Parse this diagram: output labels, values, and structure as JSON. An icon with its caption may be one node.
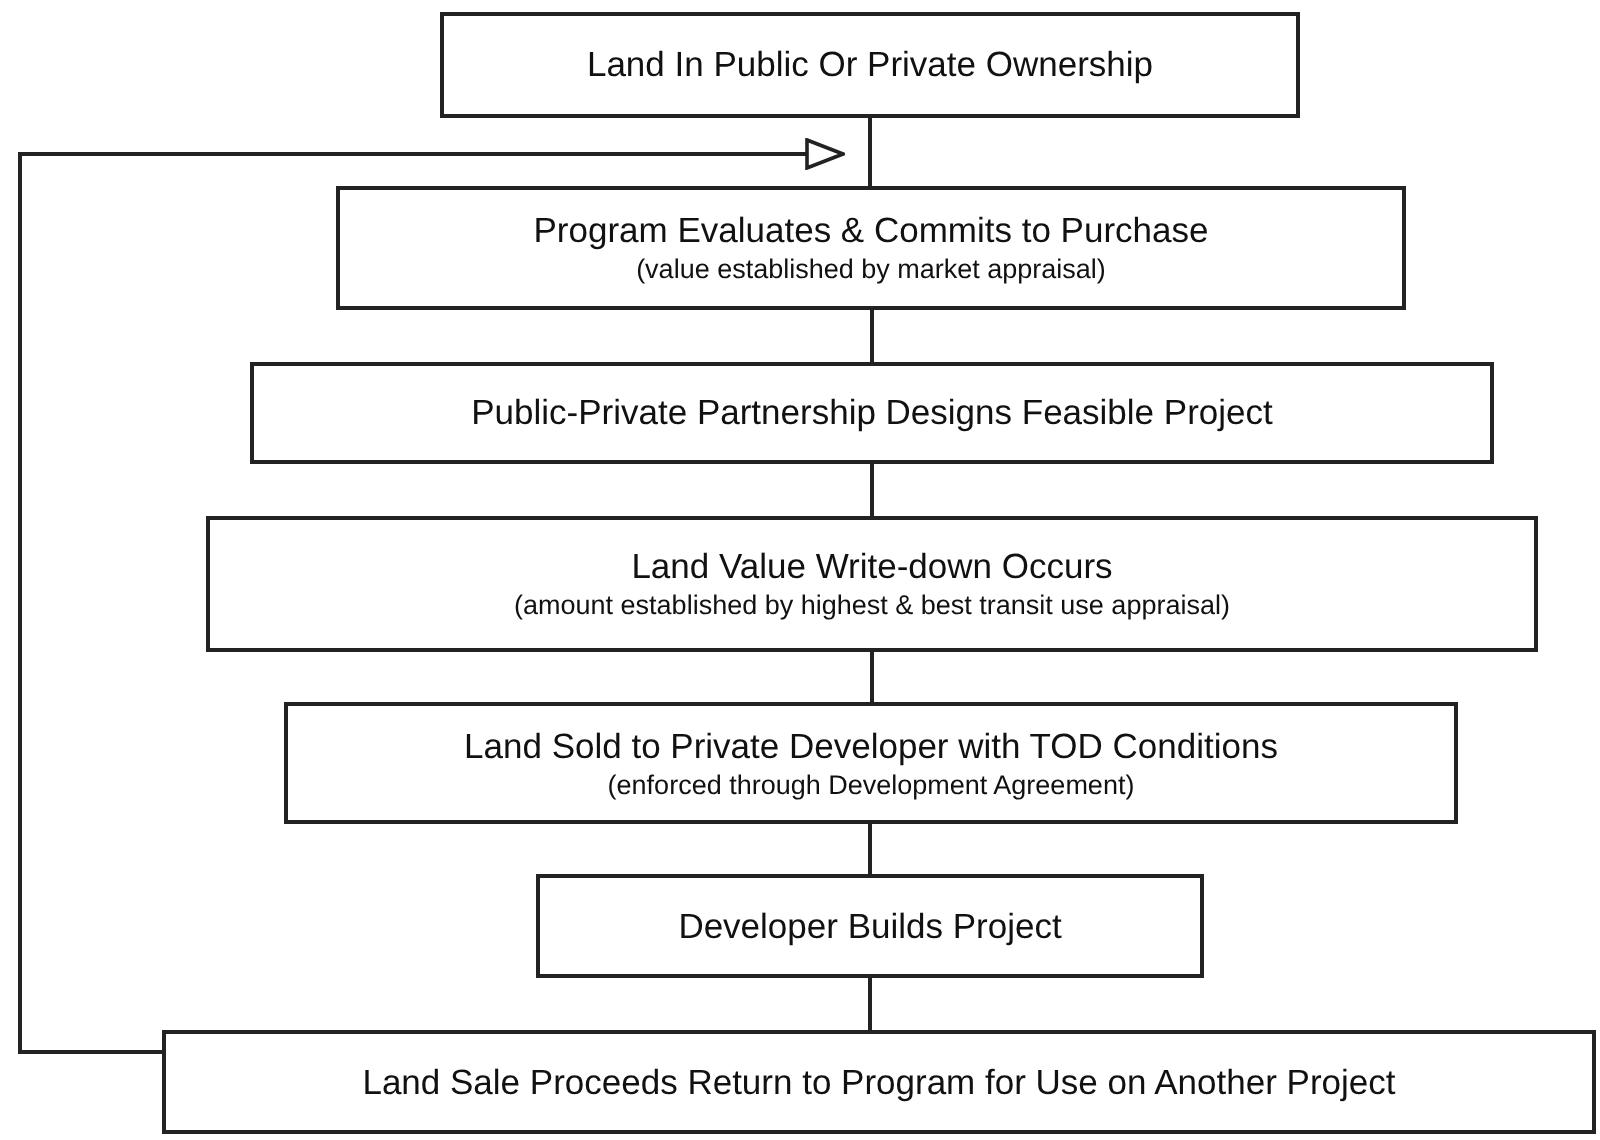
{
  "diagram": {
    "nodes": [
      {
        "text": [
          "Land In Public Or Private Ownership"
        ]
      },
      {
        "text": [
          "Program Evaluates & Commits to Purchase",
          "(value established by market appraisal)"
        ]
      },
      {
        "text": [
          "Public-Private Partnership Designs Feasible Project"
        ]
      },
      {
        "text": [
          "Land Value Write-down Occurs",
          "(amount established by highest & best transit use appraisal)"
        ]
      },
      {
        "text": [
          "Land Sold to Private Developer with TOD Conditions",
          "(enforced through Development Agreement)"
        ]
      },
      {
        "text": [
          "Developer Builds Project"
        ]
      },
      {
        "text": [
          "Land Sale Proceeds Return to Program for Use on Another Project"
        ]
      }
    ],
    "edges": [
      {
        "from": 0,
        "to": 1,
        "arrow": "none"
      },
      {
        "from": 1,
        "to": 2,
        "arrow": "none"
      },
      {
        "from": 2,
        "to": 3,
        "arrow": "none"
      },
      {
        "from": 3,
        "to": 4,
        "arrow": "none"
      },
      {
        "from": 4,
        "to": 5,
        "arrow": "none"
      },
      {
        "from": 5,
        "to": 6,
        "arrow": "none"
      },
      {
        "from": 6,
        "to": 1,
        "arrow": "to"
      }
    ]
  }
}
